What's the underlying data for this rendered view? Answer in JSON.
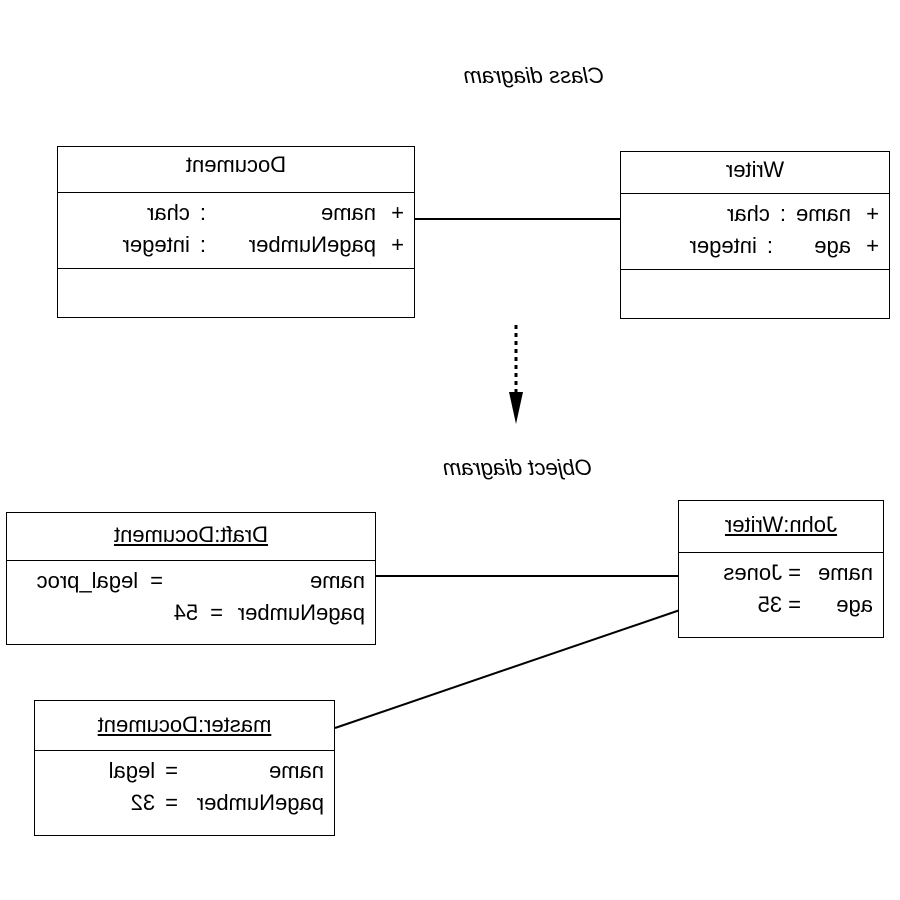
{
  "class_diagram": {
    "title": "Class diagram",
    "classes": [
      {
        "name": "Writer",
        "attributes": [
          {
            "visibility": "+",
            "name": "name",
            "type": "char"
          },
          {
            "visibility": "+",
            "name": "age",
            "type": "integer"
          }
        ]
      },
      {
        "name": "Document",
        "attributes": [
          {
            "visibility": "+",
            "name": "name",
            "type": "char"
          },
          {
            "visibility": "+",
            "name": "pageNumber",
            "type": "integer"
          }
        ]
      }
    ]
  },
  "object_diagram": {
    "title": "Object diagram",
    "objects": [
      {
        "name": "John:Writer",
        "attributes": [
          {
            "name": "name",
            "value": "Jones"
          },
          {
            "name": "age",
            "value": "35"
          }
        ]
      },
      {
        "name": "Draft:Document",
        "attributes": [
          {
            "name": "name",
            "value": "legal_proc"
          },
          {
            "name": "pageNumber",
            "value": "54"
          }
        ]
      },
      {
        "name": "master:Document",
        "attributes": [
          {
            "name": "name",
            "value": "legal"
          },
          {
            "name": "pageNumber",
            "value": "32"
          }
        ]
      }
    ]
  }
}
